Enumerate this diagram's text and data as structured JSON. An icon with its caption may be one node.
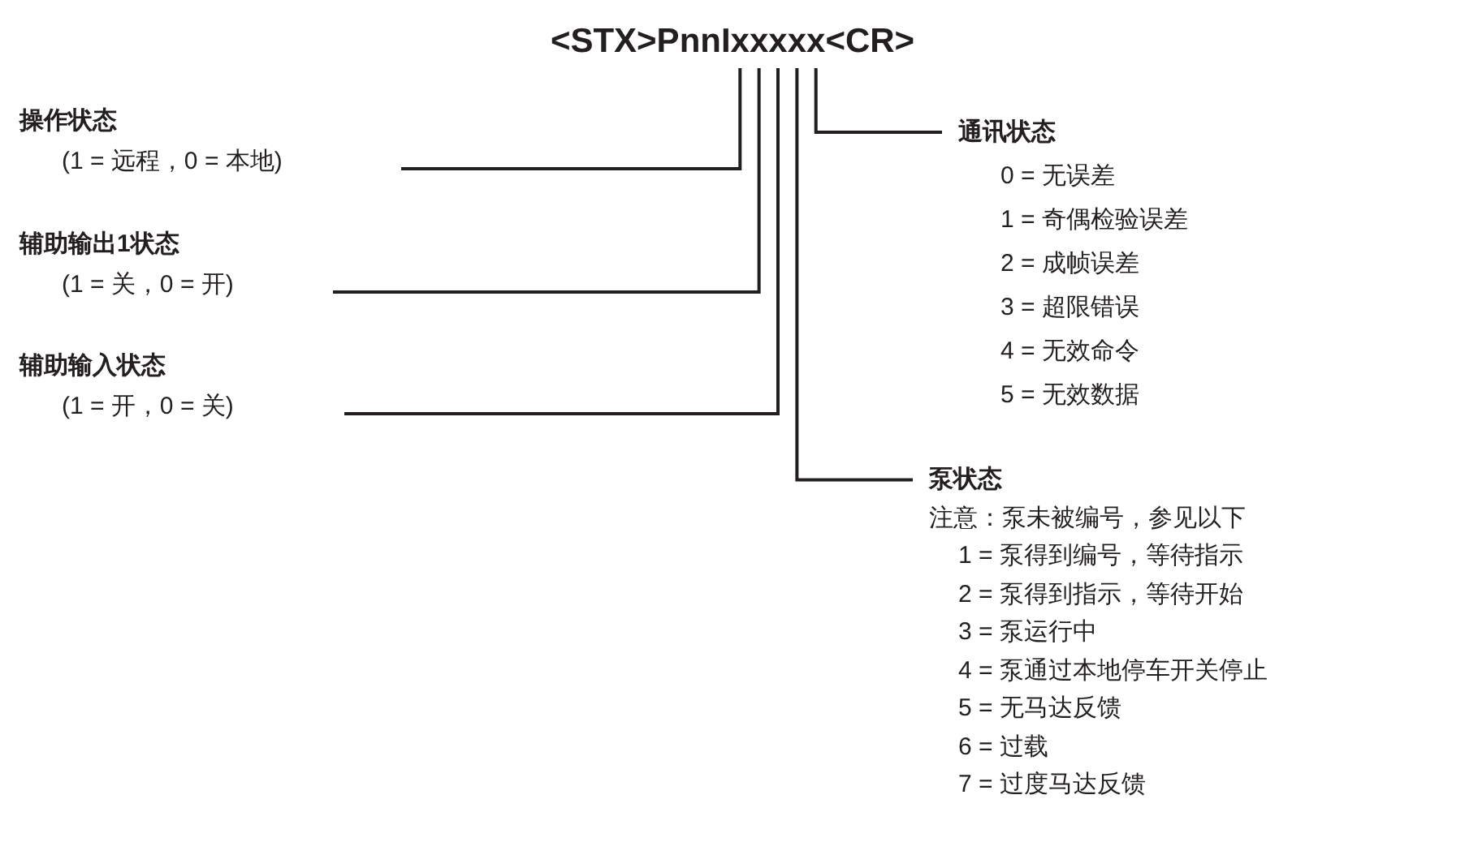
{
  "diagram": {
    "title": "<STX>PnnIxxxxx<CR>",
    "nodes": [
      {
        "text": [
          "操作状态",
          "(1 = 远程，0 = 本地)"
        ]
      },
      {
        "text": [
          "辅助输出1状态",
          "(1 = 关，0 = 开)"
        ]
      },
      {
        "text": [
          "辅助输入状态",
          "(1 = 开，0 = 关)"
        ]
      },
      {
        "text": [
          "通讯状态",
          "0 = 无误差",
          "1 = 奇偶检验误差",
          "2 = 成帧误差",
          "3 = 超限错误",
          "4 = 无效命令",
          "5 = 无效数据"
        ]
      },
      {
        "text": [
          "泵状态",
          "注意：泵未被编号，参见以下",
          "1 = 泵得到编号，等待指示",
          "2 = 泵得到指示，等待开始",
          "3 = 泵运行中",
          "4 = 泵通过本地停车开关停止",
          "5 = 无马达反馈",
          "6 = 过载",
          "7 = 过度马达反馈"
        ]
      }
    ],
    "edges": [
      {
        "from": 0,
        "to": null,
        "arrow": "none"
      },
      {
        "from": 1,
        "to": null,
        "arrow": "none"
      },
      {
        "from": 2,
        "to": null,
        "arrow": "none"
      },
      {
        "from": 4,
        "to": null,
        "arrow": "none"
      },
      {
        "from": 3,
        "to": null,
        "arrow": "none"
      }
    ]
  }
}
